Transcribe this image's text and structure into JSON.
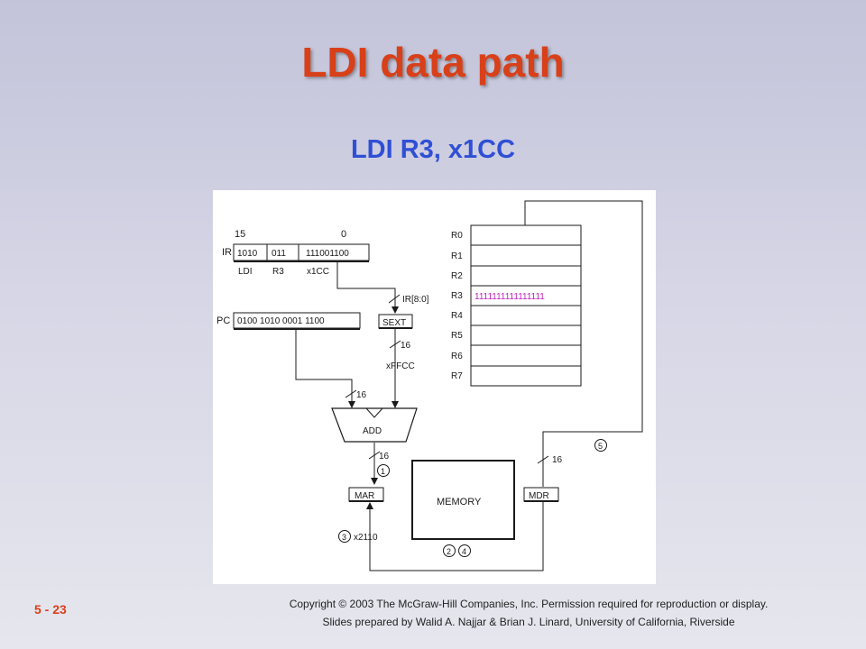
{
  "slide": {
    "title": "LDI data path",
    "subtitle": "LDI R3, x1CC",
    "slide_number": "5 - 23",
    "copyright": "Copyright © 2003 The McGraw-Hill Companies, Inc. Permission required for reproduction or display.",
    "credits": "Slides prepared by Walid A. Najjar & Brian J. Linard, University of California, Riverside",
    "colors": {
      "title": "#d8401a",
      "subtitle": "#2f4fd6",
      "r3_value": "#c020c0"
    }
  },
  "diagram": {
    "ir": {
      "label": "IR",
      "bit_high": "15",
      "bit_low": "0",
      "fields": [
        "1010",
        "011",
        "111001100"
      ],
      "field_labels": [
        "LDI",
        "R3",
        "x1CC"
      ]
    },
    "pc": {
      "label": "PC",
      "value": "0100 1010 0001 1100"
    },
    "sext": {
      "label": "SEXT",
      "input_label": "IR[8:0]",
      "output_width": "16",
      "output_value": "xFFCC"
    },
    "adder": {
      "label": "ADD",
      "input_width": "16",
      "output_width": "16"
    },
    "mar": {
      "label": "MAR"
    },
    "memory": {
      "label": "MEMORY"
    },
    "mdr": {
      "label": "MDR",
      "width": "16"
    },
    "mar_input_value": "x2110",
    "steps": [
      "1",
      "2",
      "3",
      "4",
      "5"
    ],
    "registers": {
      "names": [
        "R0",
        "R1",
        "R2",
        "R3",
        "R4",
        "R5",
        "R6",
        "R7"
      ],
      "values": [
        "",
        "",
        "",
        "1111111111111111",
        "",
        "",
        "",
        ""
      ]
    }
  }
}
